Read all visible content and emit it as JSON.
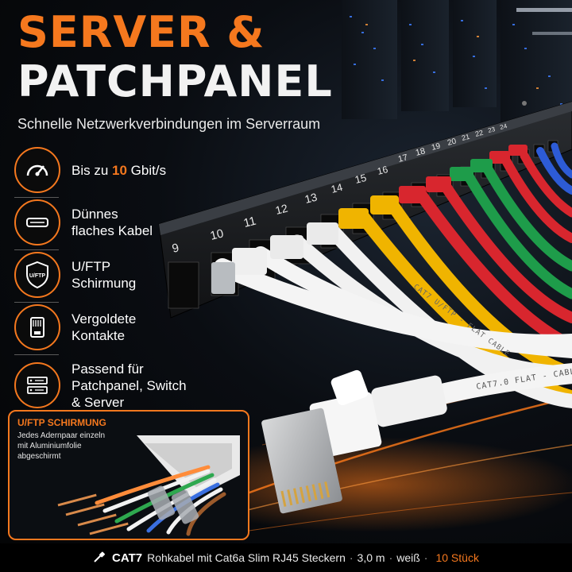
{
  "header": {
    "title_line1": "SERVER &",
    "title_line2": "PATCHPANEL",
    "subtitle": "Schnelle Netzwerkverbindungen im Serverraum"
  },
  "colors": {
    "accent": "#f5781e",
    "title_white": "#f2f2f2"
  },
  "features": [
    {
      "icon": "speedometer-icon",
      "text_prefix": "Bis zu ",
      "highlight": "10",
      "text_suffix": " Gbit/s"
    },
    {
      "icon": "flat-cable-icon",
      "line1": "Dünnes",
      "line2": "flaches Kabel"
    },
    {
      "icon": "shield-icon",
      "icon_label": "U/FTP",
      "line1": "U/FTP",
      "line2": "Schirmung"
    },
    {
      "icon": "connector-contacts-icon",
      "line1": "Vergoldete",
      "line2": "Kontakte"
    },
    {
      "icon": "server-rack-icon",
      "line1": "Passend für",
      "line2": "Patchpanel, Switch",
      "line3": "& Server"
    }
  ],
  "inset": {
    "title": "U/FTP SCHIRMUNG",
    "desc_line1": "Jedes Adernpaar einzeln",
    "desc_line2": "mit Aluminiumfolie",
    "desc_line3": "abgeschirmt"
  },
  "patchpanel": {
    "port_numbers": [
      "9",
      "10",
      "11",
      "12",
      "13",
      "14",
      "15",
      "16",
      "17",
      "18",
      "19",
      "20",
      "21",
      "22",
      "23",
      "24"
    ]
  },
  "cable_print": {
    "text1": "CAT7  U/FTP  -  FLAT CABLE",
    "text2": "CAT7.0 FLAT - CABLE"
  },
  "bottom": {
    "icon": "cable-icon",
    "cat": "CAT7",
    "desc": "Rohkabel mit Cat6a Slim RJ45 Steckern",
    "length": "3,0 m",
    "color": "weiß",
    "count": "10 Stück"
  }
}
